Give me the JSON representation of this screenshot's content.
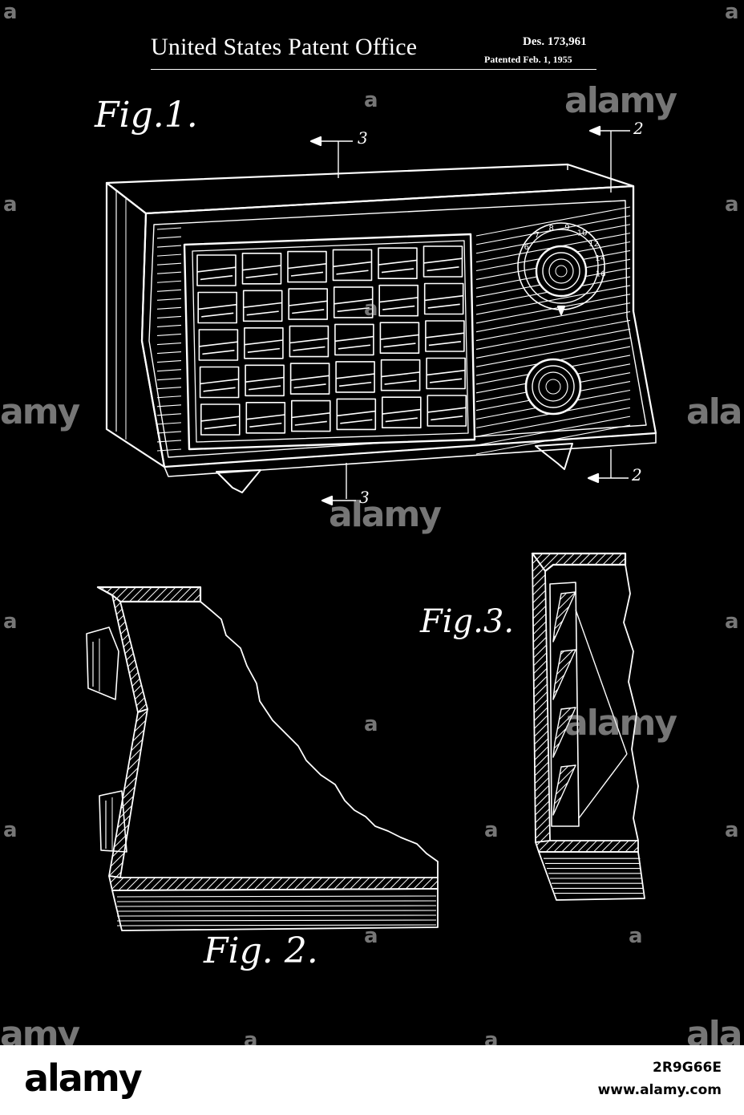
{
  "header": {
    "title": "United States Patent Office",
    "patent_number": "Des. 173,961",
    "patent_date": "Patented Feb. 1, 1955"
  },
  "figures": {
    "fig1": "Fig.1.",
    "fig2": "Fig. 2.",
    "fig3": "Fig.3."
  },
  "section_refs": {
    "ref_2_top": "2",
    "ref_2_bottom": "2",
    "ref_3_top": "3",
    "ref_3_bottom": "3"
  },
  "dial_numbers": [
    "6",
    "7",
    "8",
    "9",
    "10",
    "12",
    "14",
    "16"
  ],
  "watermarks": {
    "mark": "alamy",
    "short": "a",
    "cut": "alam",
    "cut_left": "amy"
  },
  "footer": {
    "logo": "alamy",
    "image_id": "2R9G66E",
    "site": "www.alamy.com"
  },
  "colors": {
    "background": "#000000",
    "line": "#ffffff",
    "footer_background": "#ffffff",
    "footer_text": "#000000"
  }
}
